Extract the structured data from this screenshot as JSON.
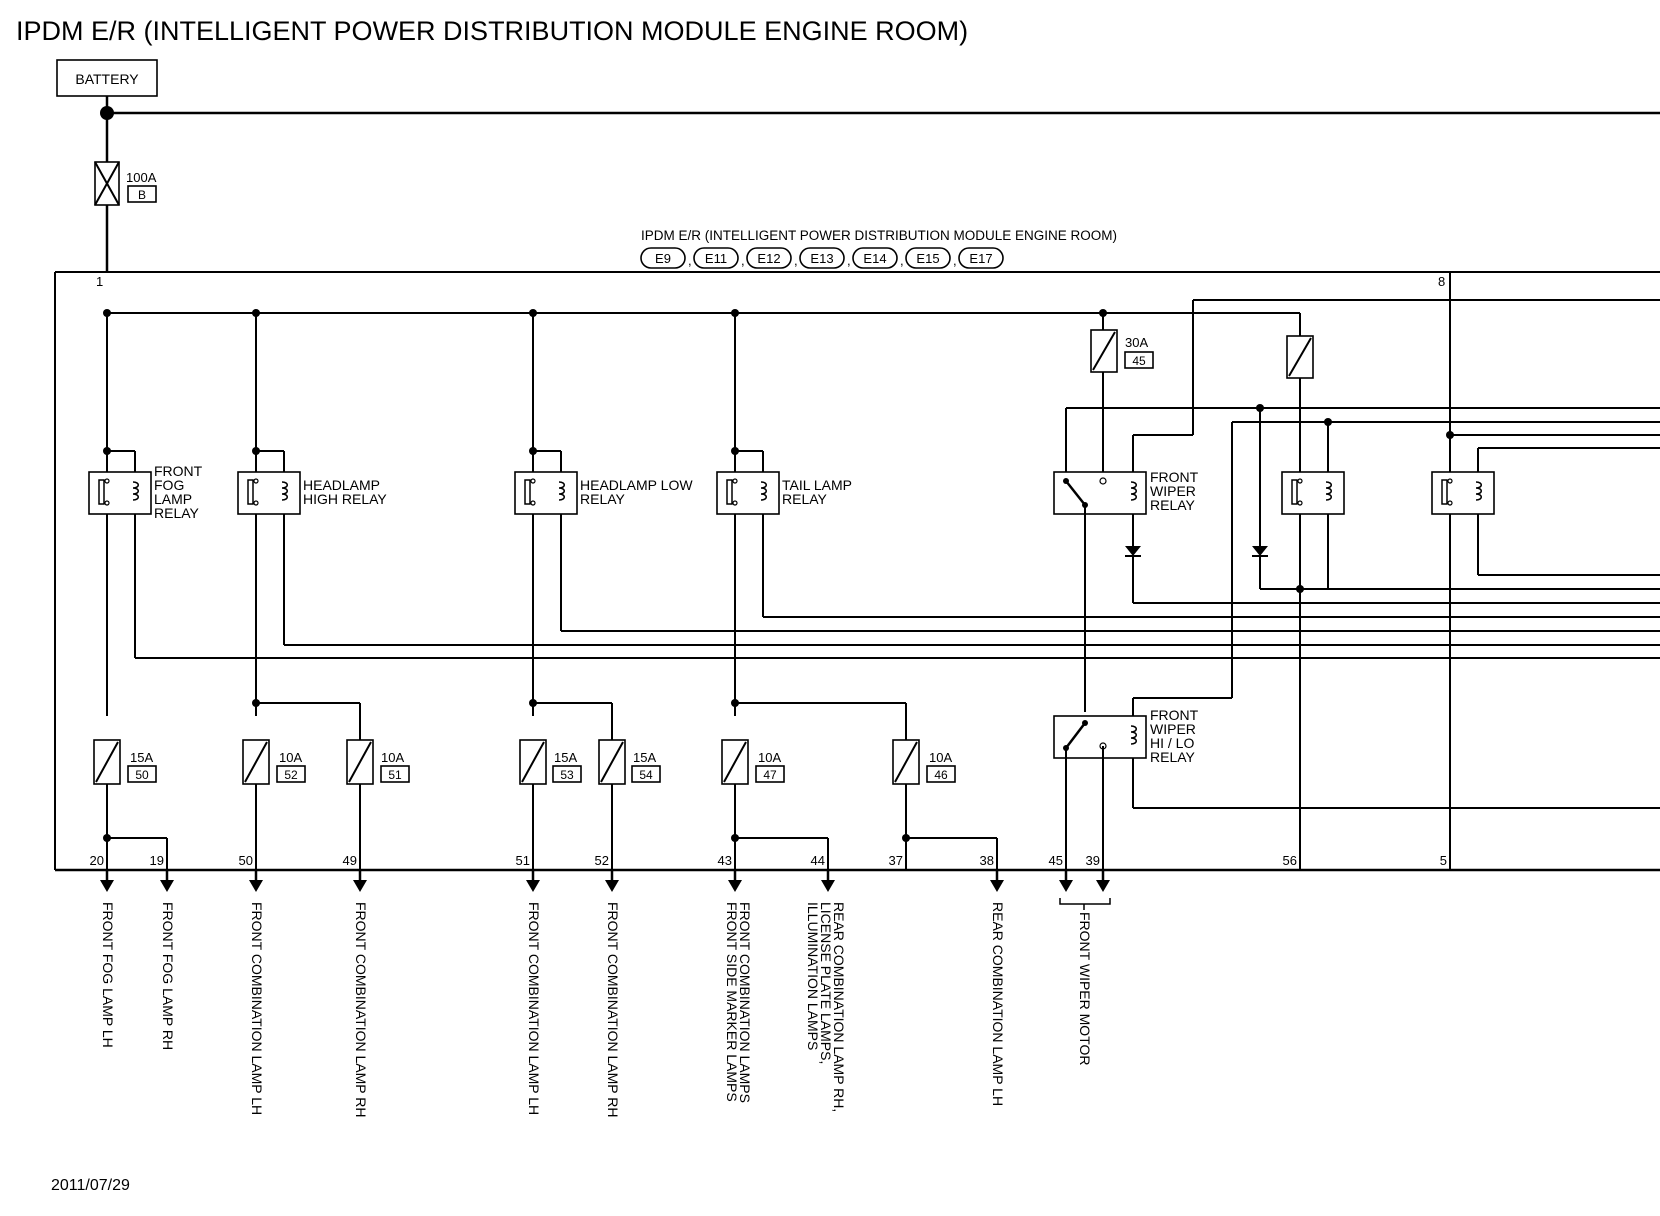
{
  "header": {
    "title": "IPDM E/R (INTELLIGENT POWER DISTRIBUTION MODULE ENGINE ROOM)",
    "date": "2011/07/29"
  },
  "battery": {
    "label": "BATTERY"
  },
  "main_fuse": {
    "rating": "100A",
    "id": "B"
  },
  "module": {
    "name": "IPDM E/R (INTELLIGENT POWER DISTRIBUTION MODULE ENGINE ROOM)",
    "connectors": [
      "E9",
      "E11",
      "E12",
      "E13",
      "E14",
      "E15",
      "E17"
    ],
    "supply_pins": [
      "1",
      "8"
    ]
  },
  "relays": {
    "front_fog": [
      "FRONT",
      "FOG",
      "LAMP",
      "RELAY"
    ],
    "headlamp_high": [
      "HEADLAMP",
      "HIGH RELAY"
    ],
    "headlamp_low": [
      "HEADLAMP LOW",
      "RELAY"
    ],
    "tail_lamp": [
      "TAIL LAMP",
      "RELAY"
    ],
    "front_wiper": [
      "FRONT",
      "WIPER",
      "RELAY"
    ],
    "front_wiper_hilo": [
      "FRONT",
      "WIPER",
      "HI / LO",
      "RELAY"
    ]
  },
  "fuses": {
    "f45": {
      "rating": "30A",
      "id": "45"
    },
    "f50": {
      "rating": "15A",
      "id": "50"
    },
    "f52": {
      "rating": "10A",
      "id": "52"
    },
    "f51": {
      "rating": "10A",
      "id": "51"
    },
    "f53": {
      "rating": "15A",
      "id": "53"
    },
    "f54": {
      "rating": "15A",
      "id": "54"
    },
    "f47": {
      "rating": "10A",
      "id": "47"
    },
    "f46": {
      "rating": "10A",
      "id": "46"
    }
  },
  "output_pins": [
    "20",
    "19",
    "50",
    "49",
    "51",
    "52",
    "43",
    "44",
    "37",
    "38",
    "45",
    "39",
    "56",
    "5"
  ],
  "outputs": {
    "fog_lh": "FRONT FOG LAMP LH",
    "fog_rh": "FRONT FOG LAMP RH",
    "comb_lh_1": "FRONT COMBINATION LAMP LH",
    "comb_rh_1": "FRONT COMBINATION LAMP RH",
    "comb_lh_2": "FRONT COMBINATION LAMP LH",
    "comb_rh_2": "FRONT COMBINATION LAMP RH",
    "comb_side": [
      "FRONT COMBINATION LAMPS",
      "FRONT SIDE MARKER LAMPS"
    ],
    "rear_rh": [
      "REAR COMBINATION LAMP RH,",
      "LICENSE PLATE LAMPS,",
      "ILLUMINATION LAMPS"
    ],
    "rear_lh": "REAR COMBINATION LAMP LH",
    "wiper_motor": "FRONT WIPER MOTOR"
  }
}
